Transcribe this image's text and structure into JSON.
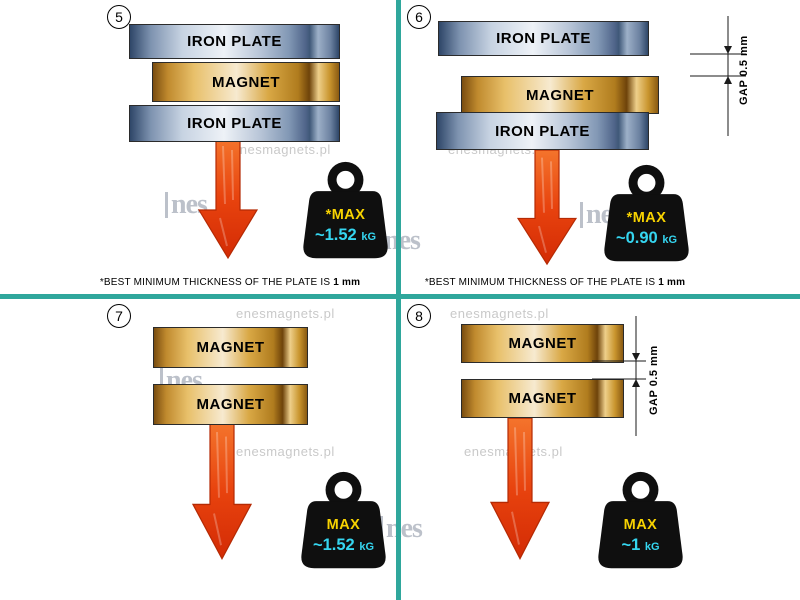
{
  "watermark": {
    "url_text": "enesmagnets.pl",
    "logo_text": "nes"
  },
  "footnote": {
    "main": "*BEST MINIMUM THICKNESS OF THE PLATE IS",
    "bold": "1 mm"
  },
  "colors": {
    "divider": "#2fa79c",
    "arrow": "#e8430e",
    "max_text": "#f8d300",
    "value_text": "#35d6f0"
  },
  "panels": [
    {
      "number": "5",
      "stack": [
        {
          "label": "IRON PLATE"
        },
        {
          "label": "MAGNET"
        },
        {
          "label": "IRON PLATE"
        }
      ],
      "weight": {
        "max": "*MAX",
        "value": "~1.52",
        "unit": "kG"
      }
    },
    {
      "number": "6",
      "stack": [
        {
          "label": "IRON PLATE"
        },
        {
          "label": "MAGNET"
        },
        {
          "label": "IRON PLATE"
        }
      ],
      "gap_label": "GAP  0.5 mm",
      "weight": {
        "max": "*MAX",
        "value": "~0.90",
        "unit": "kG"
      }
    },
    {
      "number": "7",
      "stack": [
        {
          "label": "MAGNET"
        },
        {
          "label": "MAGNET"
        }
      ],
      "weight": {
        "max": "MAX",
        "value": "~1.52",
        "unit": "kG"
      }
    },
    {
      "number": "8",
      "stack": [
        {
          "label": "MAGNET"
        },
        {
          "label": "MAGNET"
        }
      ],
      "gap_label": "GAP  0.5 mm",
      "weight": {
        "max": "MAX",
        "value": "~1",
        "unit": "kG"
      }
    }
  ]
}
